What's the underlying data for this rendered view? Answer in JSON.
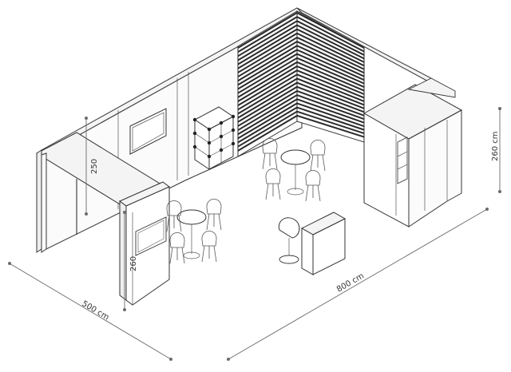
{
  "dimensions": {
    "width_label": "800 cm",
    "depth_label": "500 cm",
    "right_height_label": "260 cm",
    "left_height_label": "250",
    "front_height_label": "260"
  },
  "colors": {
    "line": "#333333",
    "slat": "#2a2a2a",
    "panel_fill": "#f4f4f4",
    "dim_line": "#6b6b6b"
  }
}
